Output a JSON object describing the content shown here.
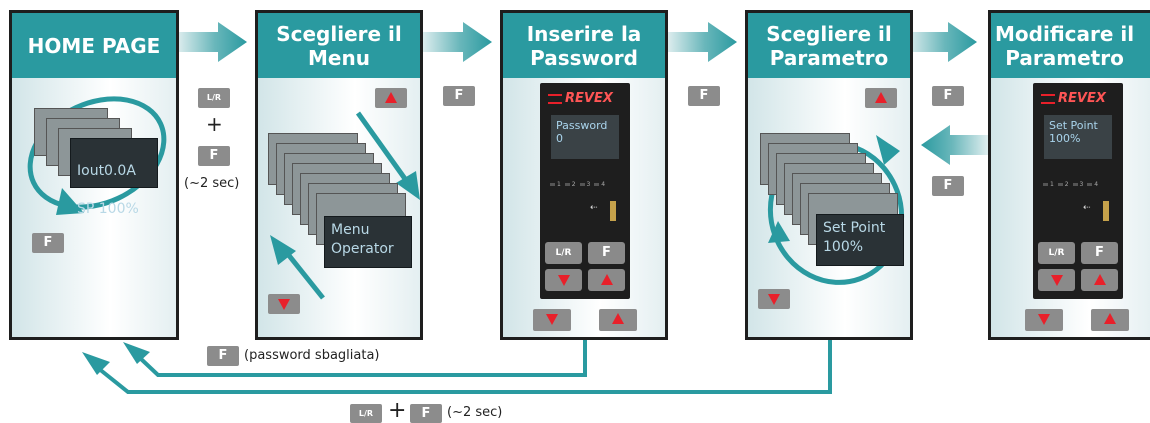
{
  "panels": {
    "home": {
      "title": "HOME PAGE",
      "lcd_line1": "Iout0.0A",
      "lcd_line2": "SP 100%",
      "key_f": "F"
    },
    "menu": {
      "title": "Scegliere il\nMenu",
      "lcd": "Menu\nOperator"
    },
    "password": {
      "title": "Inserire la\nPassword",
      "screen": "Password\n0"
    },
    "param": {
      "title": "Scegliere il\nParametro",
      "lcd": "Set Point\n100%"
    },
    "modify": {
      "title": "Modificare il\nParametro",
      "screen": "Set Point\n100%"
    }
  },
  "device": {
    "brand": "REVEX",
    "led_labels": [
      "1",
      "2",
      "3",
      "4"
    ],
    "btn_lr": "L/R",
    "btn_f": "F"
  },
  "keys": {
    "lr": "L/R",
    "f": "F",
    "plus": "+",
    "hold_time": "(~2 sec)"
  },
  "bottom": {
    "wrong_password": "(password sbagliata)",
    "hold_time": "(~2 sec)"
  },
  "colors": {
    "teal": "#2a9aa0",
    "dark": "#1e1e1e",
    "red_arrow": "#e8202a",
    "key_grey": "#8c8c8c"
  }
}
